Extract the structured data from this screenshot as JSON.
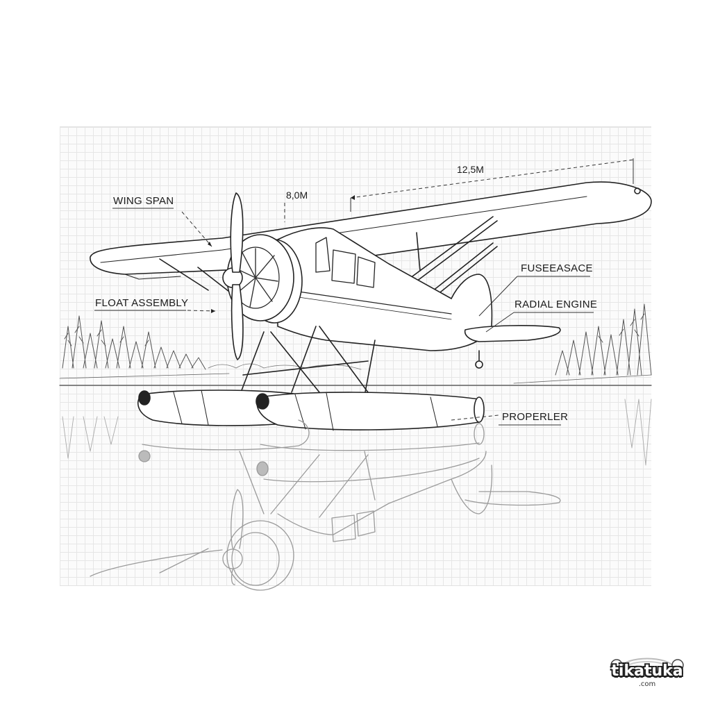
{
  "labels": {
    "wing_span": "WING SPAN",
    "float_assembly": "FLOAT ASSEMBLY",
    "fuselage": "FUSEEASACE",
    "radial_engine": "RADIAL ENGINE",
    "propeller": "PROPERLER"
  },
  "dimensions": {
    "length": "12,5M",
    "height": "8,0M"
  },
  "logo": {
    "name": "tikatuka",
    "domain": ".com"
  },
  "colors": {
    "ink": "#1b1b1b",
    "grid": "#e6e6e6",
    "reflection": "#9a9a9a"
  }
}
